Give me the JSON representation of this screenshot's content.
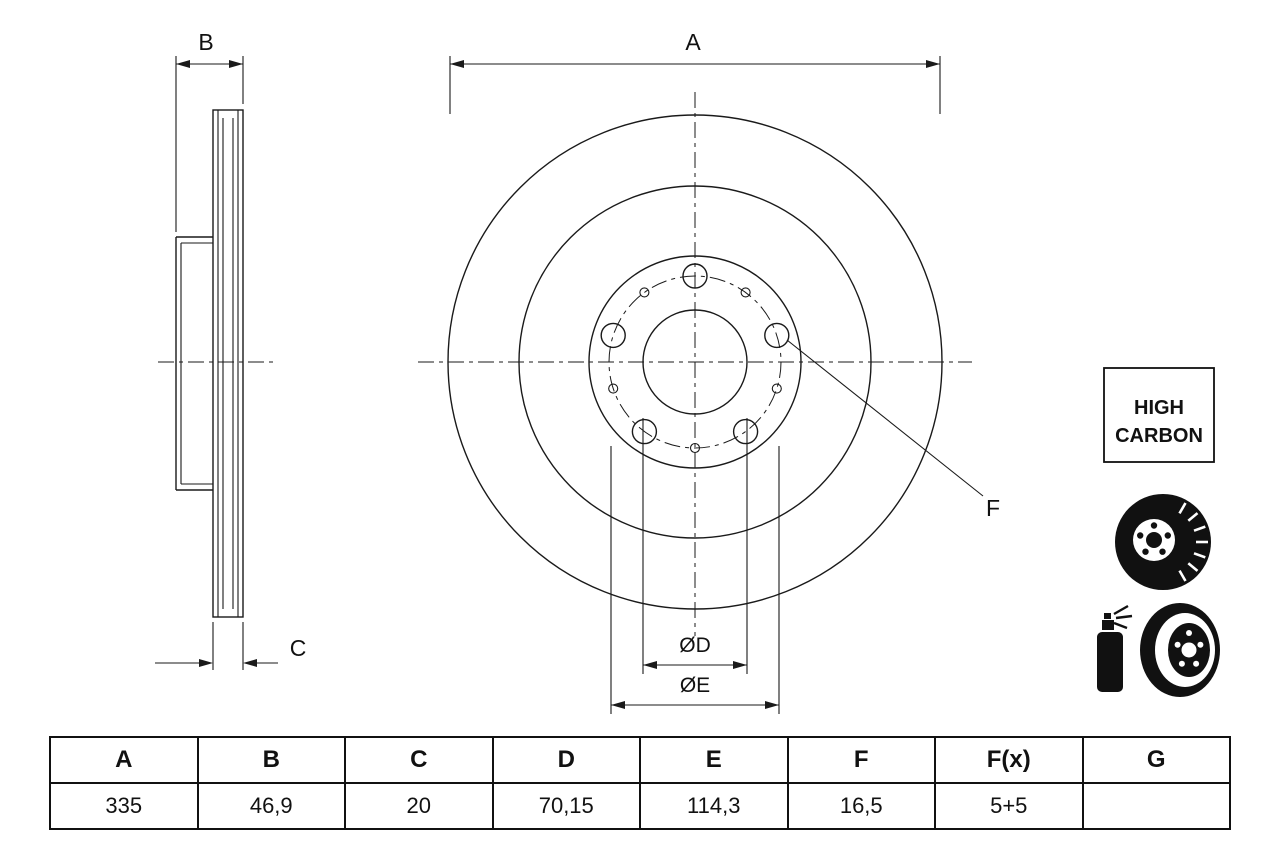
{
  "colors": {
    "ink": "#1a1a1a",
    "background": "#ffffff"
  },
  "drawing": {
    "labels": {
      "A": "A",
      "B": "B",
      "C": "C",
      "F": "F",
      "diaD": "ØD",
      "diaE": "ØE"
    }
  },
  "badge": {
    "line1": "HIGH",
    "line2": "CARBON"
  },
  "icons": {
    "vented_disc": "vented-disc-icon",
    "coated_disc_spray": "coated-disc-spray-icon"
  },
  "table": {
    "headers": [
      "A",
      "B",
      "C",
      "D",
      "E",
      "F",
      "F(x)",
      "G"
    ],
    "values": [
      "335",
      "46,9",
      "20",
      "70,15",
      "114,3",
      "16,5",
      "5+5",
      ""
    ]
  }
}
